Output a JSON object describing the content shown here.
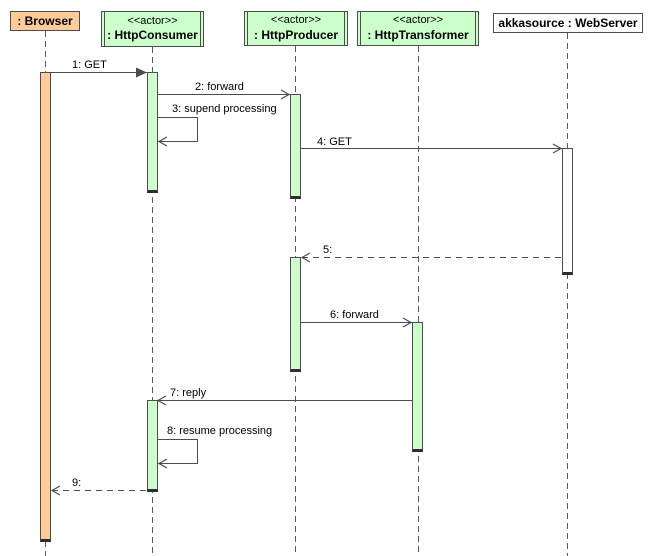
{
  "diagram_type": "uml-sequence-diagram",
  "participants": [
    {
      "id": "browser",
      "stereotype": "",
      "name": ": Browser",
      "fill": "#FFCC99"
    },
    {
      "id": "httpconsumer",
      "stereotype": "<<actor>>",
      "name": ": HttpConsumer",
      "fill": "#CCFFCC"
    },
    {
      "id": "httpproducer",
      "stereotype": "<<actor>>",
      "name": ": HttpProducer",
      "fill": "#CCFFCC"
    },
    {
      "id": "httptransformer",
      "stereotype": "<<actor>>",
      "name": ": HttpTransformer",
      "fill": "#CCFFCC"
    },
    {
      "id": "webserver",
      "stereotype": "",
      "name": "akkasource : WebServer",
      "fill": "#FFFFFF"
    }
  ],
  "messages": [
    {
      "seq": "1",
      "label": "1: GET",
      "from": "browser",
      "to": "httpconsumer",
      "line": "solid",
      "arrowhead": "filled"
    },
    {
      "seq": "2",
      "label": "2: forward",
      "from": "httpconsumer",
      "to": "httpproducer",
      "line": "solid",
      "arrowhead": "open"
    },
    {
      "seq": "3",
      "label": "3: supend processing",
      "from": "httpconsumer",
      "to": "httpconsumer",
      "line": "solid",
      "arrowhead": "open"
    },
    {
      "seq": "4",
      "label": "4: GET",
      "from": "httpproducer",
      "to": "webserver",
      "line": "solid",
      "arrowhead": "open"
    },
    {
      "seq": "5",
      "label": "5:",
      "from": "webserver",
      "to": "httpproducer",
      "line": "dashed",
      "arrowhead": "open"
    },
    {
      "seq": "6",
      "label": "6: forward",
      "from": "httpproducer",
      "to": "httptransformer",
      "line": "solid",
      "arrowhead": "open"
    },
    {
      "seq": "7",
      "label": "7: reply",
      "from": "httptransformer",
      "to": "httpconsumer",
      "line": "solid",
      "arrowhead": "open"
    },
    {
      "seq": "8",
      "label": "8: resume processing",
      "from": "httpconsumer",
      "to": "httpconsumer",
      "line": "solid",
      "arrowhead": "open"
    },
    {
      "seq": "9",
      "label": "9:",
      "from": "httpconsumer",
      "to": "browser",
      "line": "dashed",
      "arrowhead": "open"
    }
  ],
  "colors": {
    "actor_fill": "#CCFFCC",
    "browser_fill": "#FFCC99",
    "webserver_fill": "#FFFFFF",
    "line": "#4D4D4D",
    "background": "#FFFFFF"
  }
}
